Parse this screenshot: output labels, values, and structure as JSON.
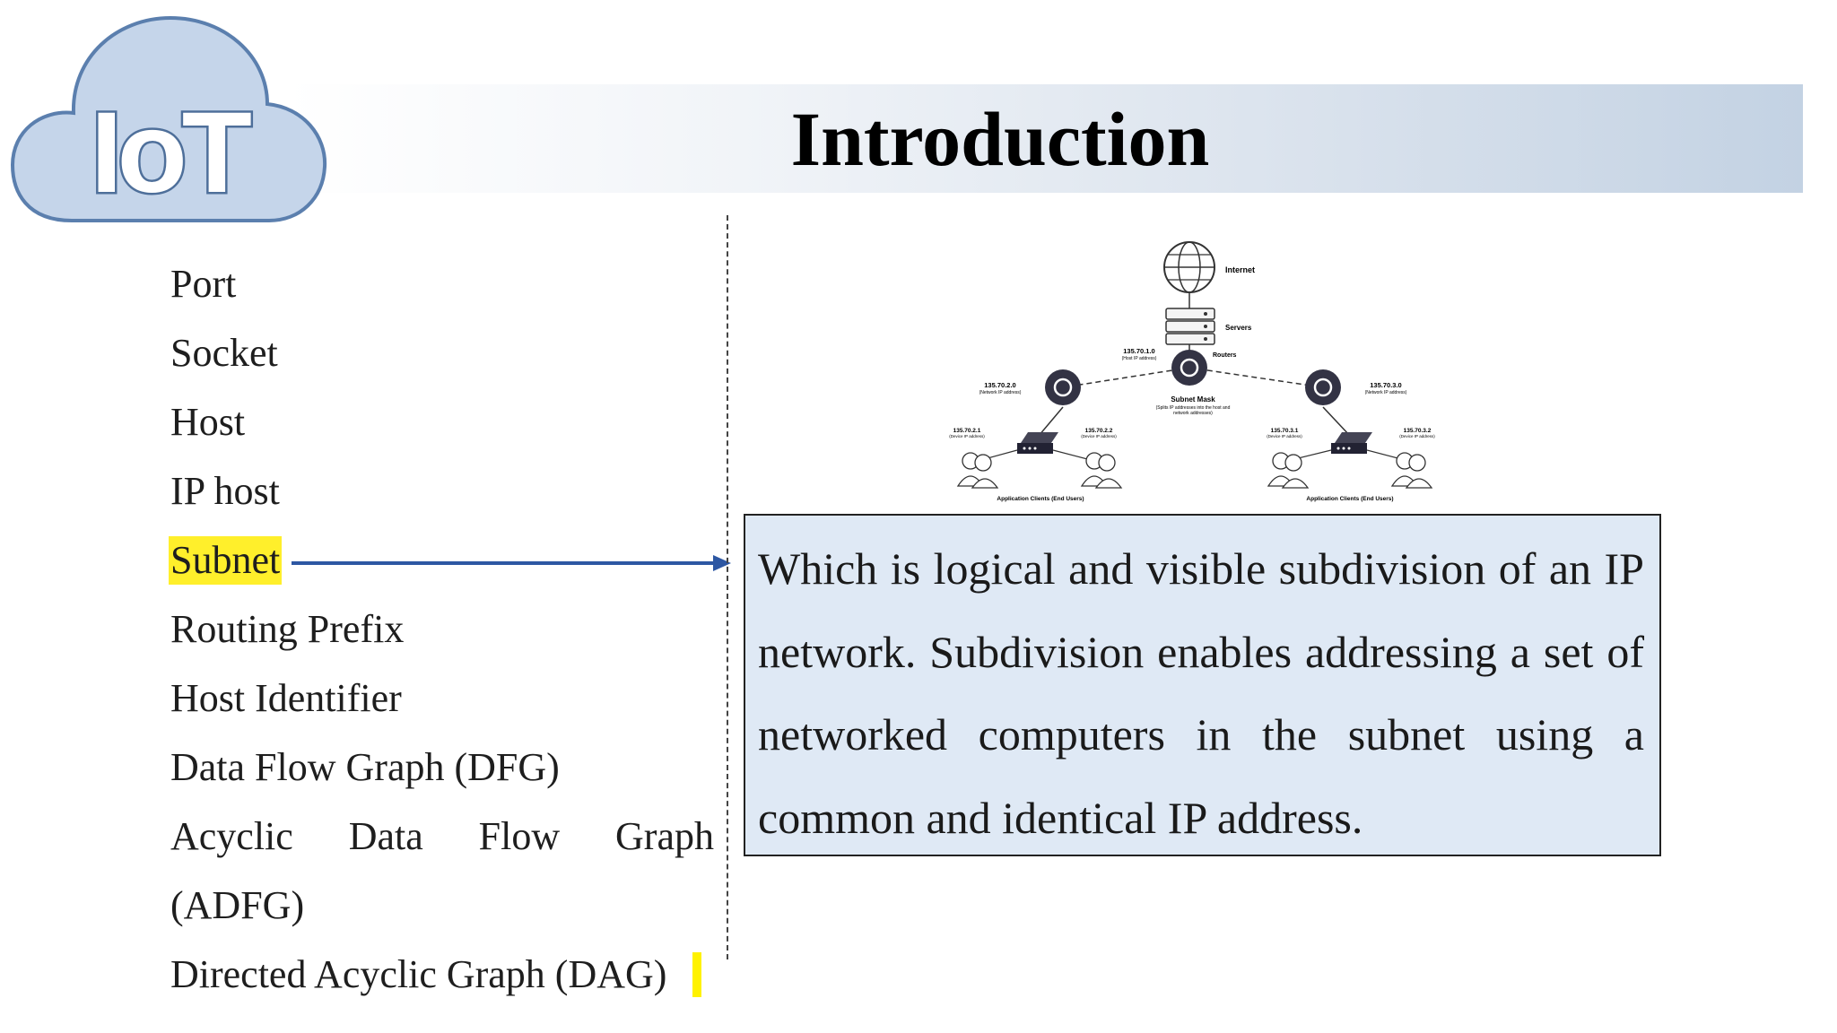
{
  "slide": {
    "title": "Introduction",
    "logo_text": "IoT"
  },
  "terms": [
    "Port",
    "Socket",
    "Host",
    "IP host",
    "Subnet",
    "Routing Prefix",
    "Host Identifier",
    "Data Flow Graph (DFG)",
    "Acyclic Data Flow Graph",
    "(ADFG)",
    "Directed Acyclic Graph (DAG)"
  ],
  "highlighted_term": "Subnet",
  "definition": "Which is logical and visible subdivision of an IP network. Subdivision enables addressing a set of networked computers in the subnet using a common and identical IP address.",
  "diagram": {
    "internet": "Internet",
    "servers": "Servers",
    "routers": "Routers",
    "host_ip": "135.70.1.0",
    "host_ip_note": "(Host IP address)",
    "net_left": "135.70.2.0",
    "net_right": "135.70.3.0",
    "net_note": "(Network IP address)",
    "subnet_mask": "Subnet Mask",
    "subnet_mask_note_1": "(Splits IP addresses into the host and",
    "subnet_mask_note_2": "network addresses)",
    "dev_1": "135.70.2.1",
    "dev_2": "135.70.2.2",
    "dev_3": "135.70.3.1",
    "dev_4": "135.70.3.2",
    "dev_note": "(Device IP address)",
    "clients_label": "Application Clients (End Users)"
  },
  "colors": {
    "highlight": "#ffef2b",
    "arrow": "#2d57a3",
    "definition_bg": "#dfe9f5",
    "logo_fill": "#c5d5ea",
    "logo_stroke": "#5b7fae"
  }
}
